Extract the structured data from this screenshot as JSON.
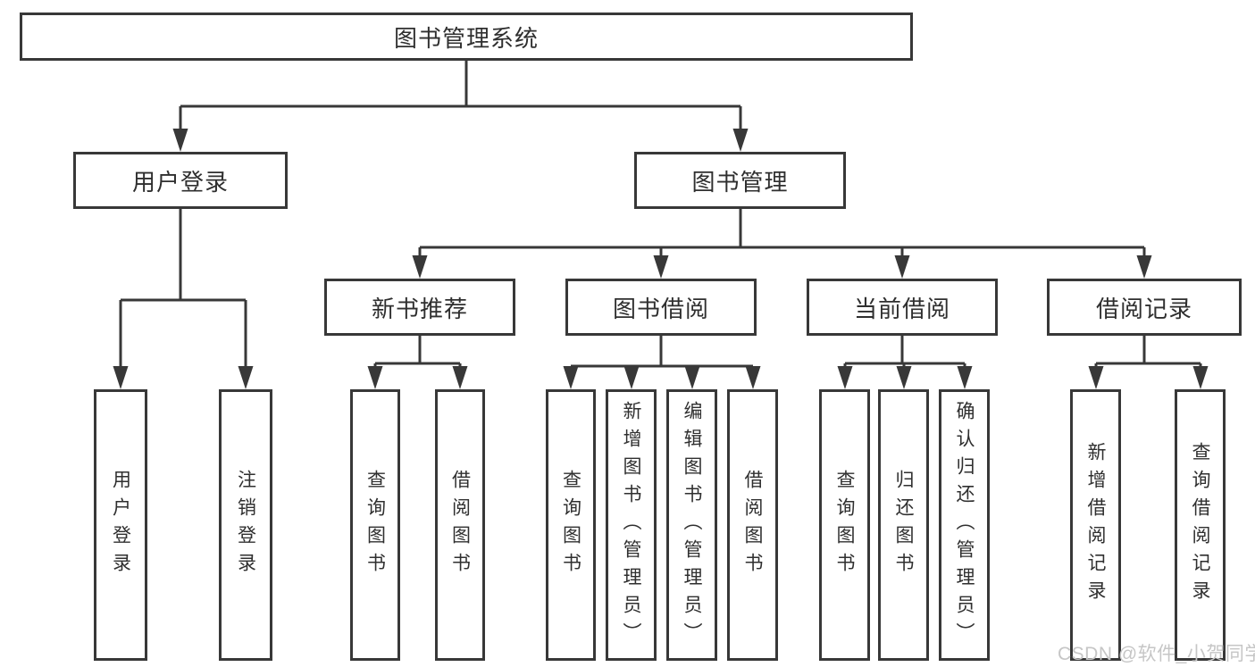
{
  "tree": {
    "label": "图书管理系统",
    "children": [
      {
        "label": "用户登录",
        "children": [
          {
            "label": "用户登录"
          },
          {
            "label": "注销登录"
          }
        ]
      },
      {
        "label": "图书管理",
        "children": [
          {
            "label": "新书推荐",
            "children": [
              {
                "label": "查询图书"
              },
              {
                "label": "借阅图书"
              }
            ]
          },
          {
            "label": "图书借阅",
            "children": [
              {
                "label": "查询图书"
              },
              {
                "label": "新增图书（管理员）"
              },
              {
                "label": "编辑图书（管理员）"
              },
              {
                "label": "借阅图书"
              }
            ]
          },
          {
            "label": "当前借阅",
            "children": [
              {
                "label": "查询图书"
              },
              {
                "label": "归还图书"
              },
              {
                "label": "确认归还（管理员）"
              }
            ]
          },
          {
            "label": "借阅记录",
            "children": [
              {
                "label": "新增借阅记录"
              },
              {
                "label": "查询借阅记录"
              }
            ]
          }
        ]
      }
    ]
  },
  "watermark": {
    "text": "CSDN @软件_小贺同学"
  },
  "colors": {
    "line": "#383838",
    "text": "#2f2f2f",
    "watermark": "#c6c6c6",
    "background": "#ffffff"
  }
}
